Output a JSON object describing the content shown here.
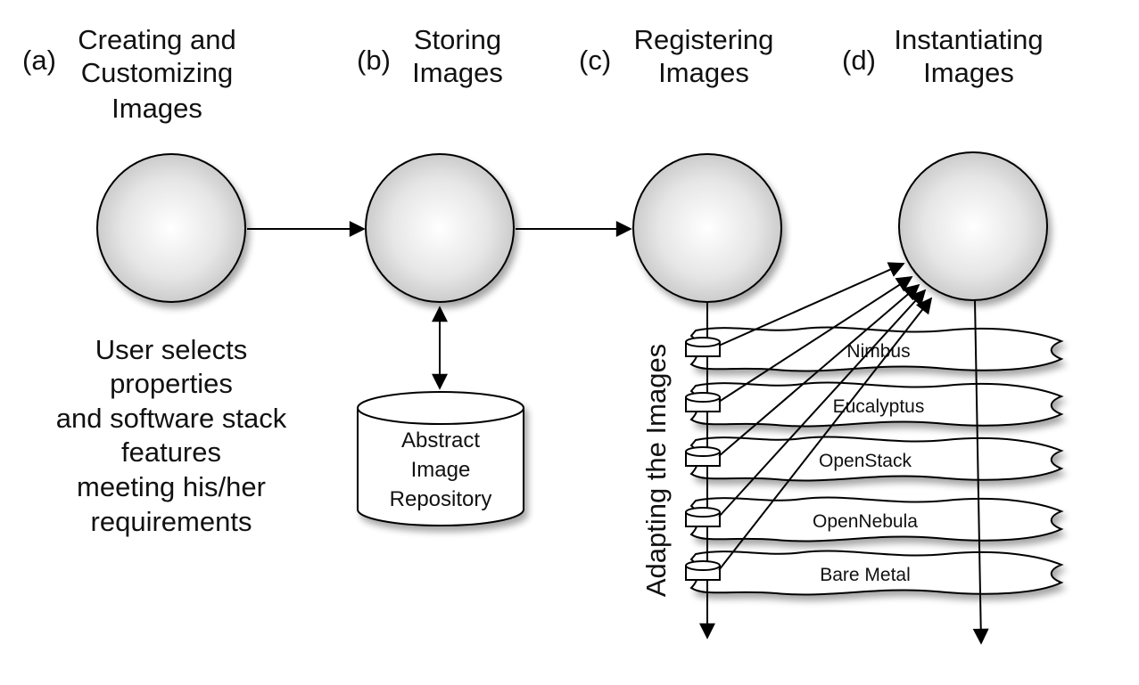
{
  "stages": [
    {
      "letter": "(a)",
      "title": [
        "Creating and",
        "Customizing",
        "Images"
      ]
    },
    {
      "letter": "(b)",
      "title": [
        "Storing",
        "Images"
      ]
    },
    {
      "letter": "(c)",
      "title": [
        "Registering",
        "Images"
      ]
    },
    {
      "letter": "(d)",
      "title": [
        "Instantiating",
        "Images"
      ]
    }
  ],
  "description": [
    "User selects",
    "properties",
    "and software stack",
    "features",
    "meeting his/her",
    "requirements"
  ],
  "repository": [
    "Abstract",
    "Image",
    "Repository"
  ],
  "adapting_label": "Adapting the Images",
  "clouds": [
    "Nimbus",
    "Eucalyptus",
    "OpenStack",
    "OpenNebula",
    "Bare Metal"
  ]
}
